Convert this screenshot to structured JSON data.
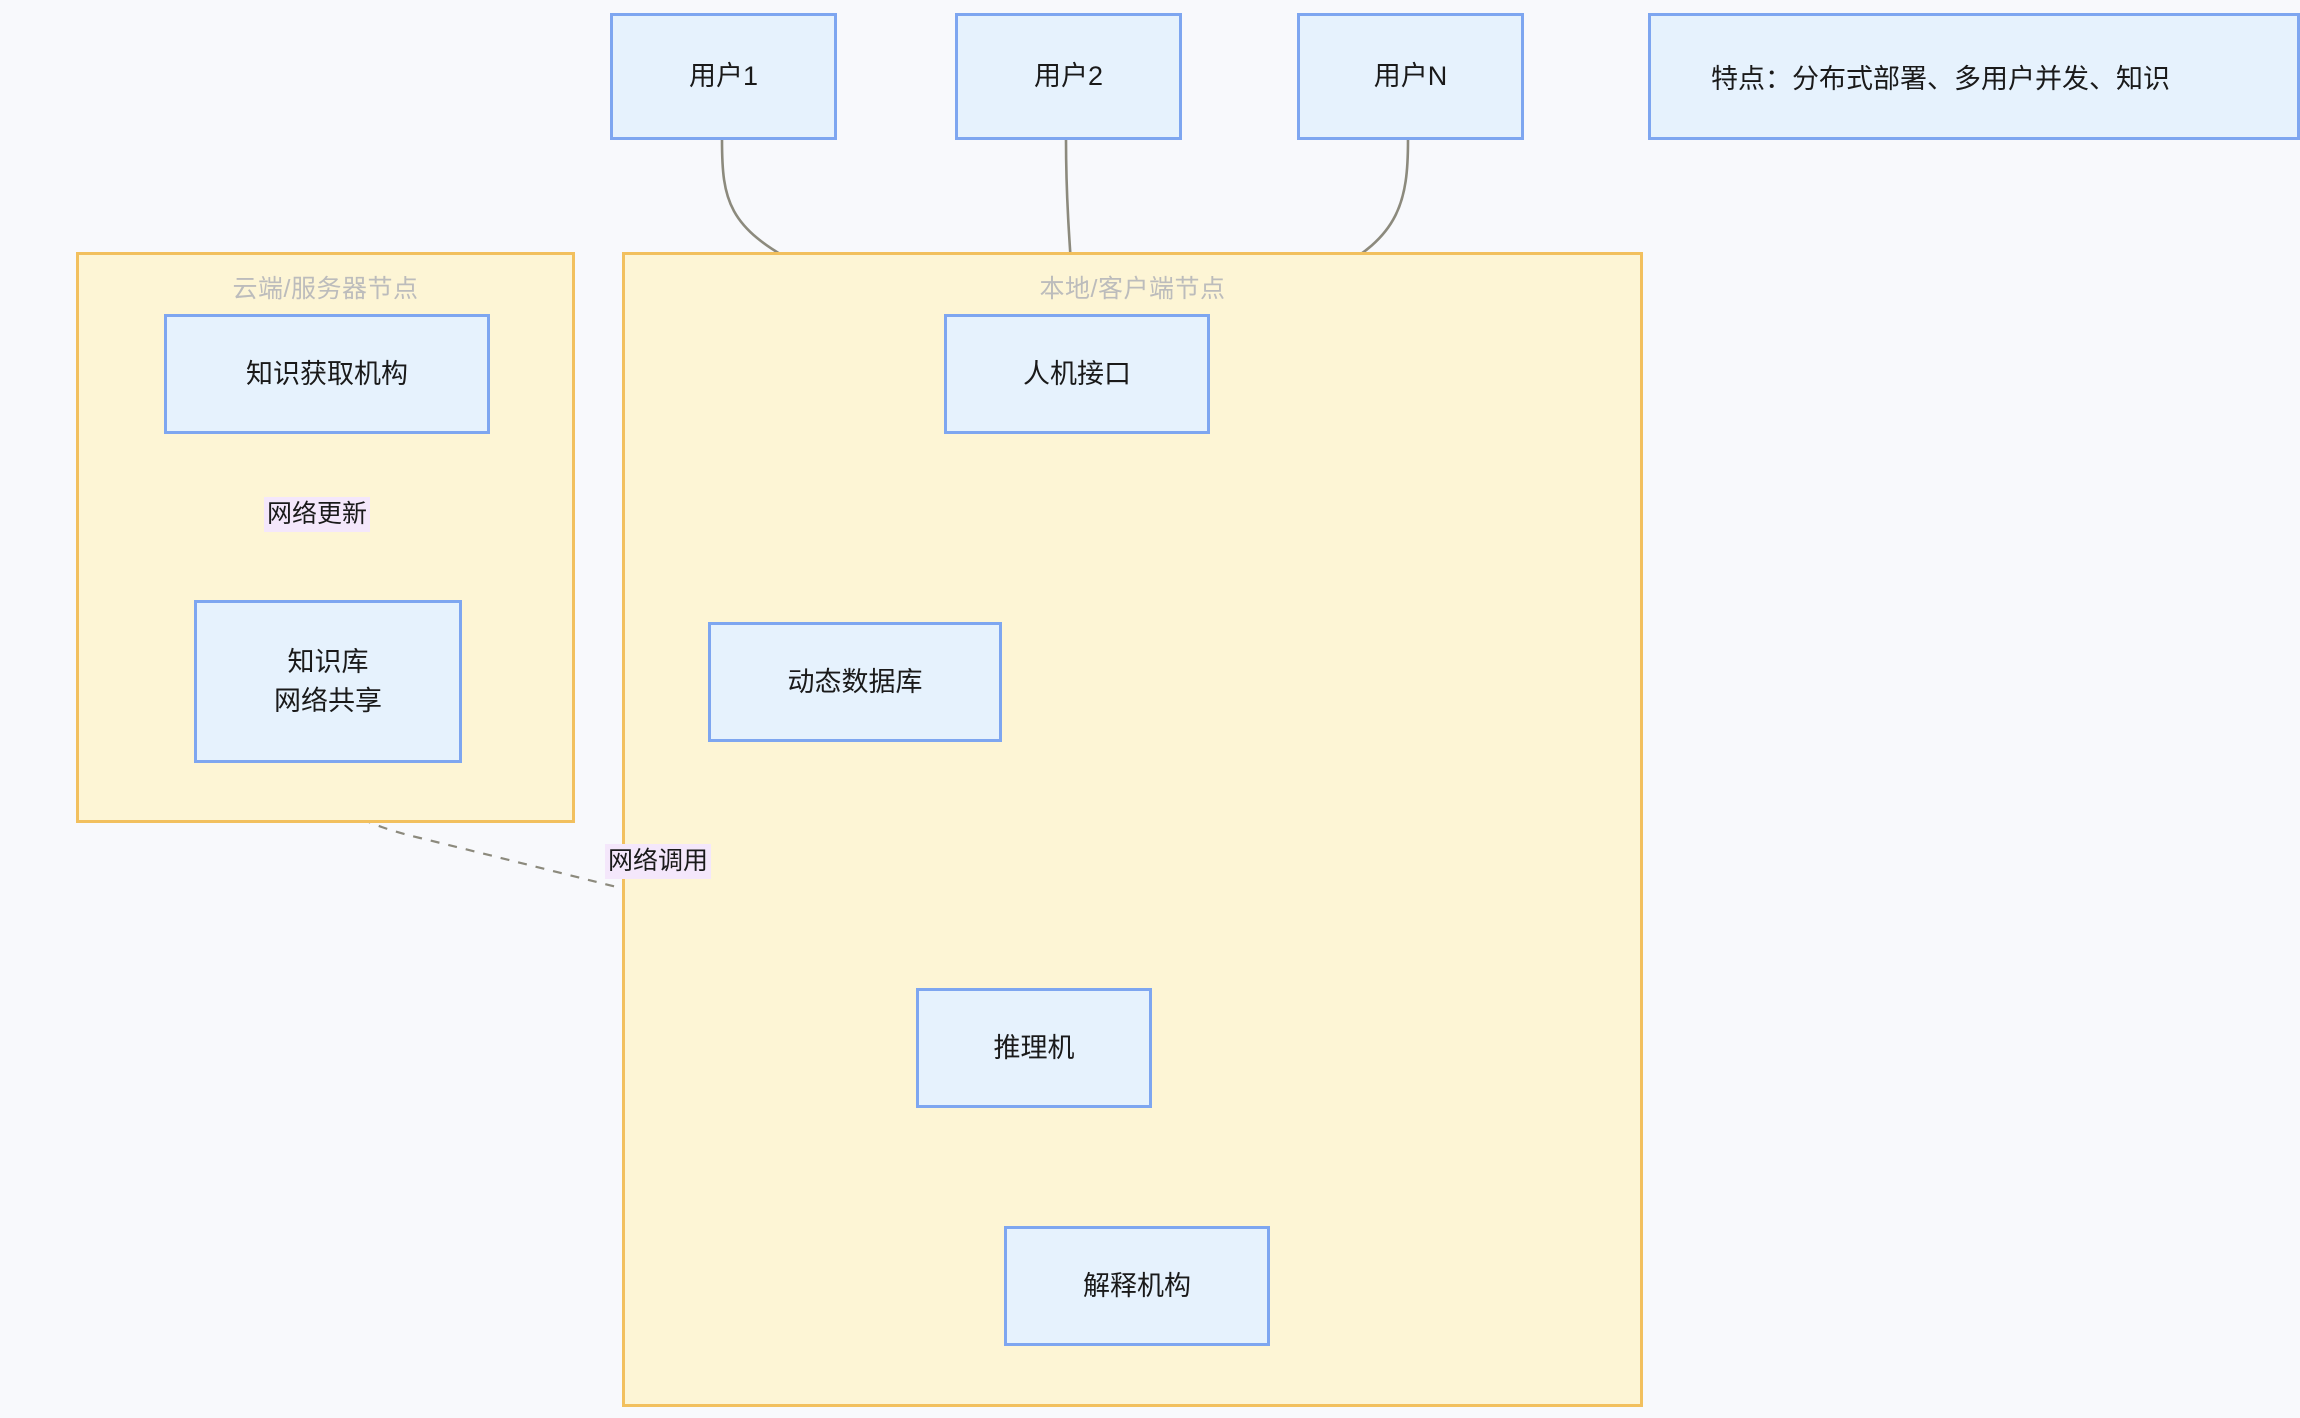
{
  "diagram": {
    "type": "flowchart",
    "background": "#f8f9fc",
    "node_fill": "#e6f2fd",
    "node_stroke": "#7ea6f0",
    "cluster_fill": "#fdf5d5",
    "cluster_stroke": "#f2c05e",
    "edge_color": "#8c8a7d",
    "label_highlight": "#f4e7fb"
  },
  "users": [
    {
      "id": "user1",
      "label": "用户1"
    },
    {
      "id": "user2",
      "label": "用户2"
    },
    {
      "id": "userN",
      "label": "用户N"
    }
  ],
  "note": {
    "id": "features-note",
    "label": "特点：分布式部署、多用户并发、知识",
    "truncated": true
  },
  "clusters": [
    {
      "id": "cloud",
      "title": "云端/服务器节点"
    },
    {
      "id": "local",
      "title": "本地/客户端节点"
    }
  ],
  "nodes": [
    {
      "id": "kacq",
      "label": "知识获取机构",
      "cluster": "cloud"
    },
    {
      "id": "kb",
      "label": "知识库\n网络共享",
      "cluster": "cloud"
    },
    {
      "id": "hmi",
      "label": "人机接口",
      "cluster": "local"
    },
    {
      "id": "dyndb",
      "label": "动态数据库",
      "cluster": "local"
    },
    {
      "id": "infer",
      "label": "推理机",
      "cluster": "local"
    },
    {
      "id": "expl",
      "label": "解释机构",
      "cluster": "local"
    }
  ],
  "edge_labels": [
    {
      "id": "net-update",
      "label": "网络更新",
      "from": "kacq",
      "to": "kb",
      "style": "dashed"
    },
    {
      "id": "net-call",
      "label": "网络调用",
      "from": "kb",
      "to": "infer",
      "style": "dashed"
    }
  ],
  "edges": [
    {
      "from": "user1",
      "to": "hmi",
      "style": "solid",
      "arrow": true
    },
    {
      "from": "user2",
      "to": "hmi",
      "style": "solid",
      "arrow": true
    },
    {
      "from": "userN",
      "to": "hmi",
      "style": "solid",
      "arrow": true
    },
    {
      "from": "kacq",
      "to": "kb",
      "style": "dashed",
      "arrow": true,
      "label": "网络更新"
    },
    {
      "from": "kb",
      "to": "infer",
      "style": "dashed",
      "arrow": true,
      "label": "网络调用"
    },
    {
      "from": "hmi",
      "to": "dyndb",
      "style": "solid",
      "arrow": true
    },
    {
      "from": "dyndb",
      "to": "infer",
      "style": "solid",
      "arrow": true
    },
    {
      "from": "infer",
      "to": "hmi",
      "style": "solid",
      "arrow": true
    },
    {
      "from": "infer",
      "to": "expl",
      "style": "solid",
      "arrow": true
    },
    {
      "from": "expl",
      "to": "hmi",
      "style": "solid",
      "arrow": true
    }
  ]
}
